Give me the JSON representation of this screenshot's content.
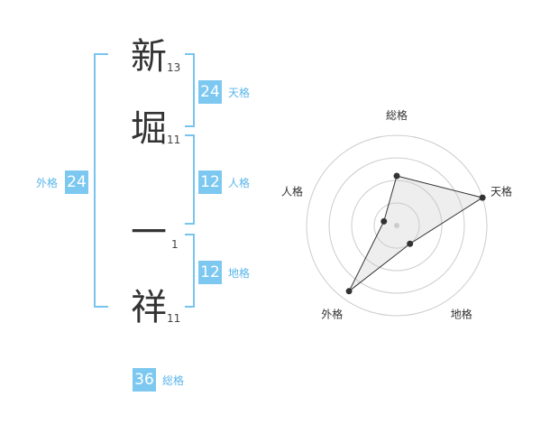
{
  "name": {
    "chars": [
      {
        "char": "新",
        "strokes": "13"
      },
      {
        "char": "堀",
        "strokes": "11"
      },
      {
        "char": "一",
        "strokes": "1"
      },
      {
        "char": "祥",
        "strokes": "11"
      }
    ]
  },
  "fortunes": {
    "tenkaku": {
      "value": "24",
      "label": "天格"
    },
    "jinkaku": {
      "value": "12",
      "label": "人格"
    },
    "chikaku": {
      "value": "12",
      "label": "地格"
    },
    "gaikaku": {
      "value": "24",
      "label": "外格"
    },
    "soukaku": {
      "value": "36",
      "label": "総格"
    }
  },
  "colors": {
    "accent": "#7cc8f0",
    "bracket": "#79c4ee",
    "label": "#5bb6ea"
  },
  "chart_data": {
    "type": "radar",
    "axes": [
      "総格",
      "天格",
      "地格",
      "外格",
      "人格"
    ],
    "values": [
      0.55,
      1.0,
      0.25,
      0.9,
      0.15
    ],
    "rings": 4,
    "range": [
      0,
      1
    ]
  }
}
